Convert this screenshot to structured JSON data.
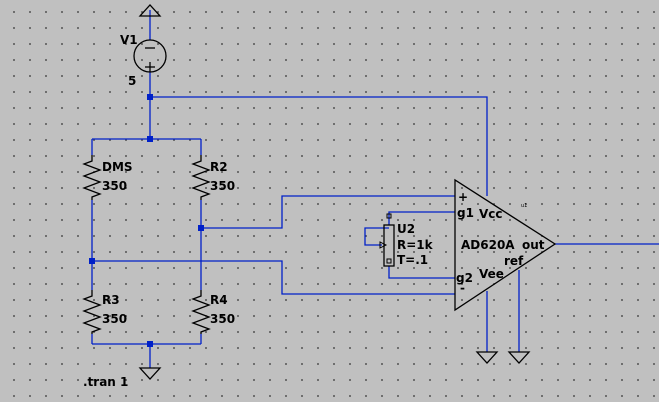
{
  "schematic": {
    "directive": ".tran 1",
    "source": {
      "name": "V1",
      "value": "5"
    },
    "resistors": [
      {
        "name": "DMS",
        "value": "350"
      },
      {
        "name": "R2",
        "value": "350"
      },
      {
        "name": "R3",
        "value": "350"
      },
      {
        "name": "R4",
        "value": "350"
      }
    ],
    "potentiometer": {
      "name": "U2",
      "param1": "R=1k",
      "param2": "T=.1"
    },
    "amplifier": {
      "name": "AD620A",
      "pins": {
        "plus": "+",
        "minus": "-",
        "g1": "g1",
        "g2": "g2",
        "vcc": "Vcc",
        "vee": "Vee",
        "out": "out",
        "ref": "ref"
      },
      "tiny_label": "u1"
    }
  },
  "colors": {
    "wire": "#0020c8",
    "background": "#c0c0c0",
    "component": "#000000"
  }
}
